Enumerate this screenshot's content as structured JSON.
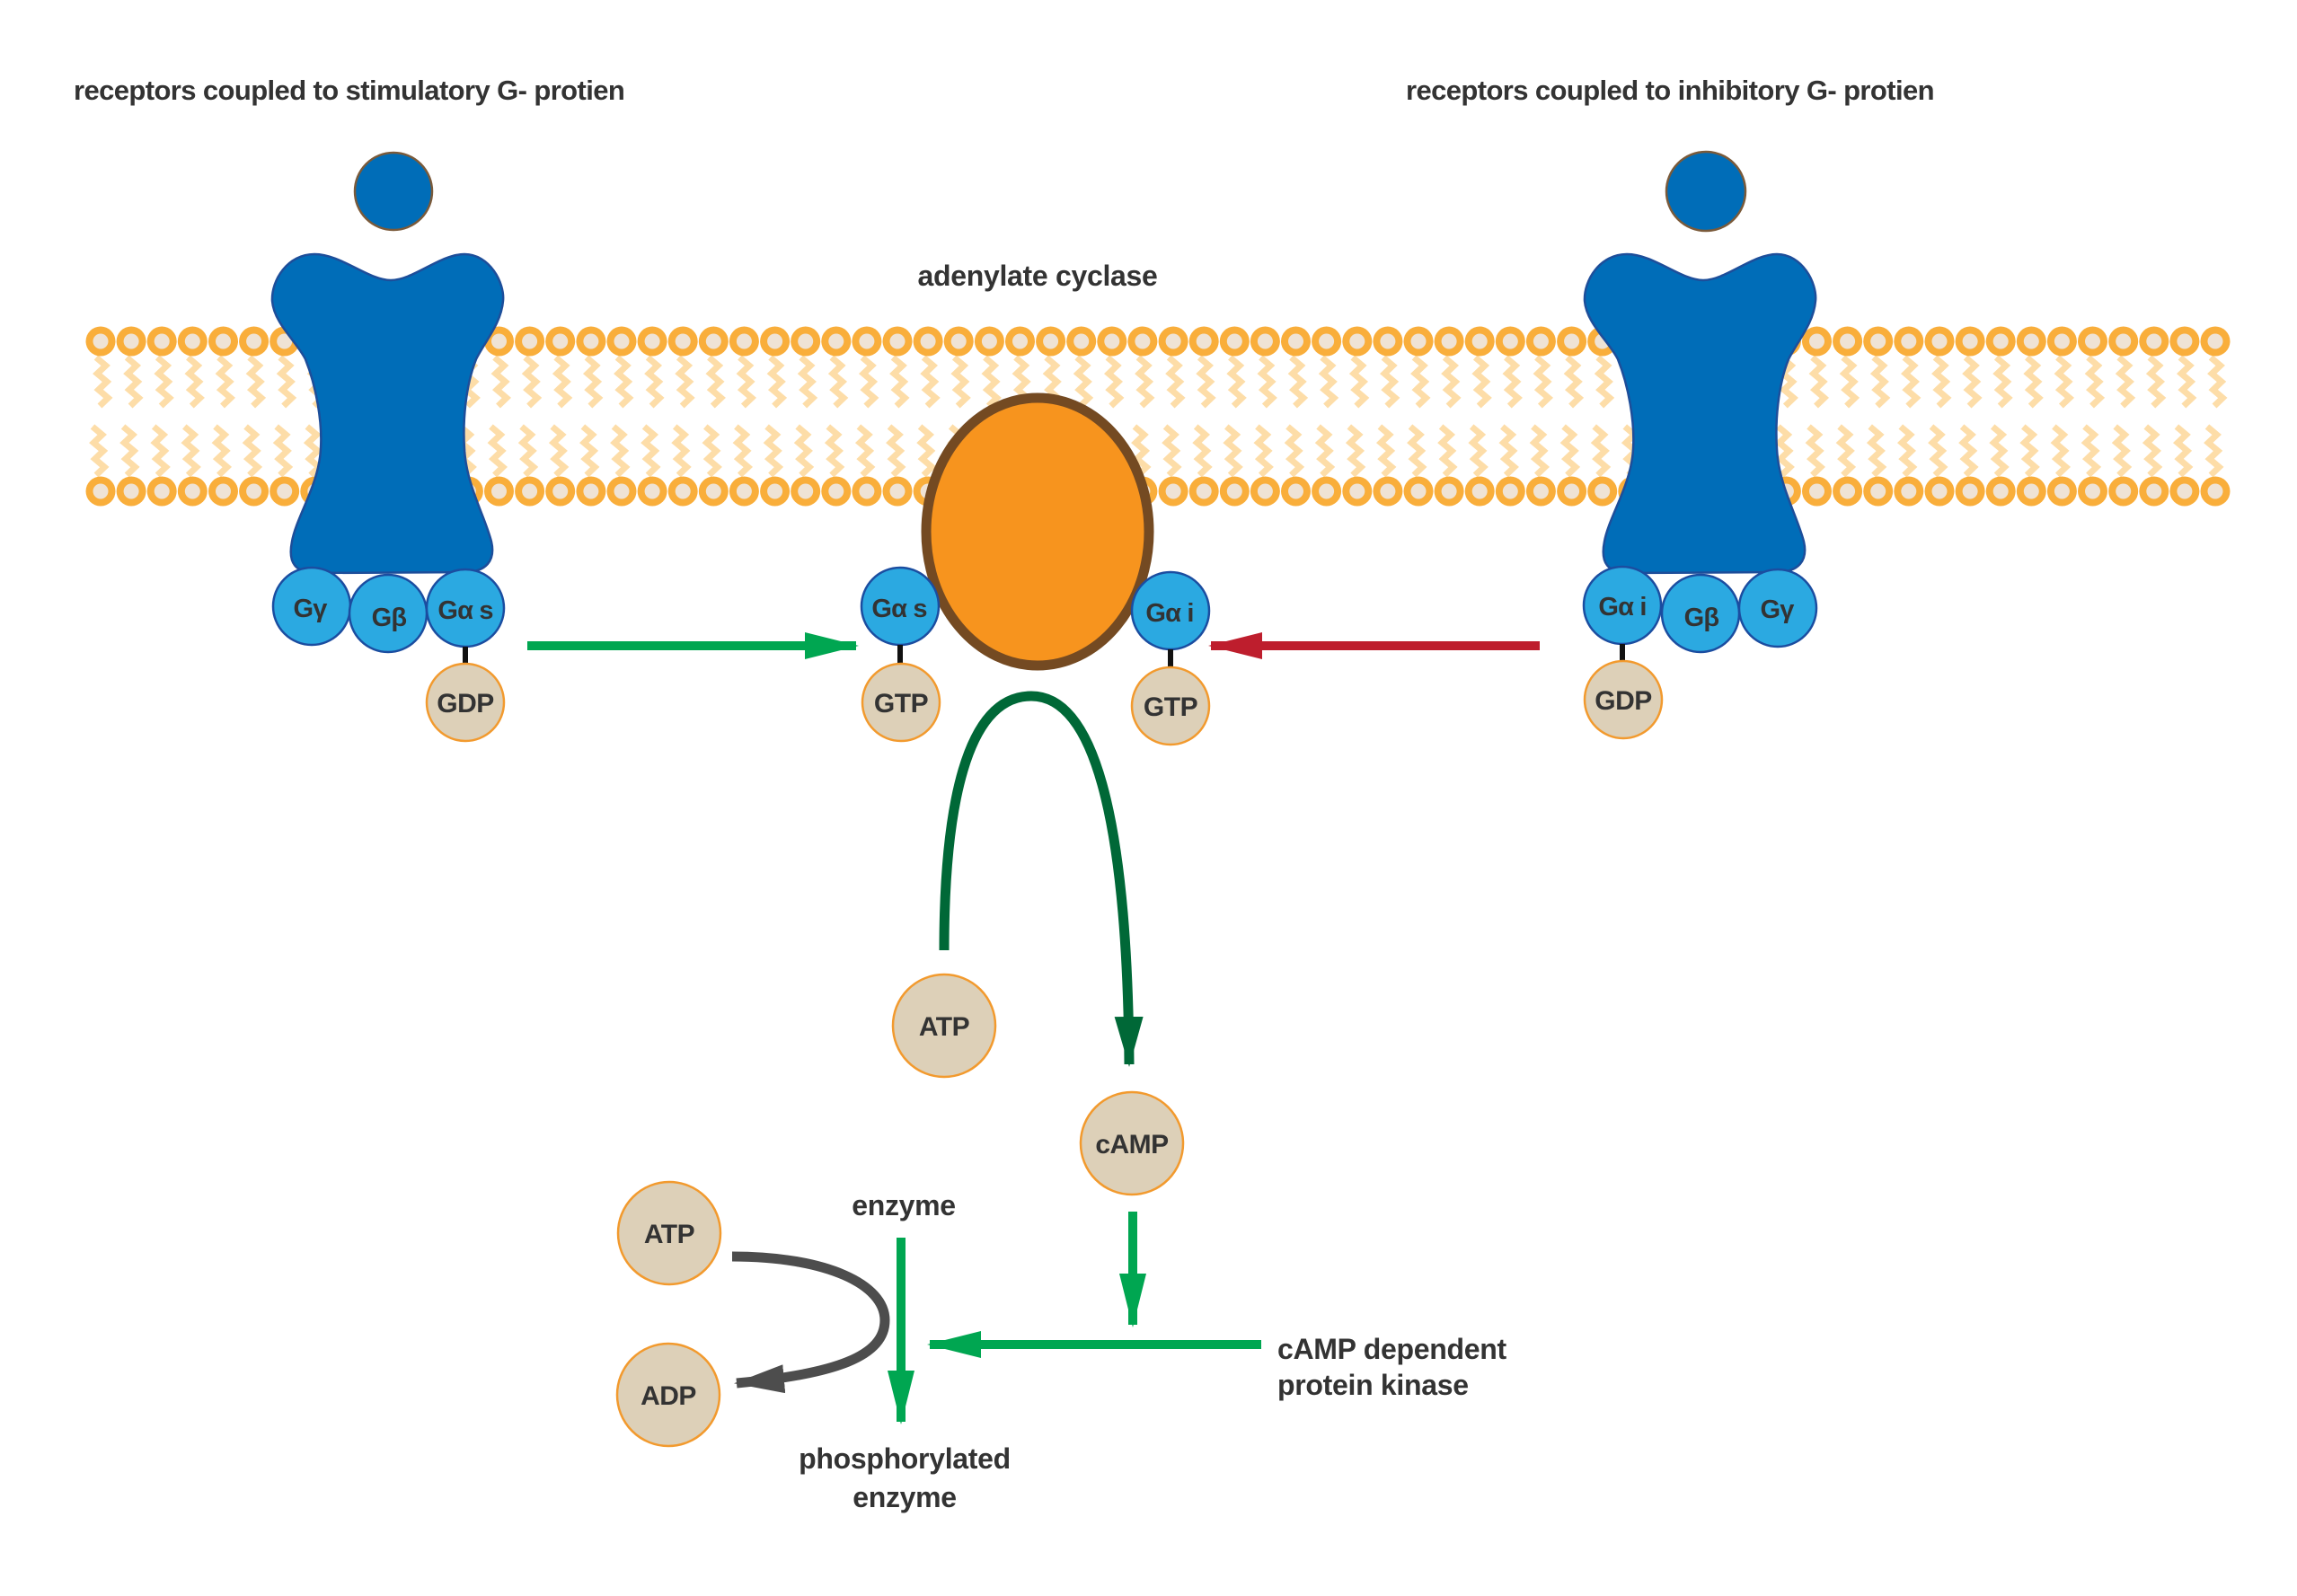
{
  "titles": {
    "stimulatory": "receptors coupled to stimulatory G- protien",
    "inhibitory": "receptors coupled to inhibitory G- protien",
    "cyclase": "adenylate cyclase"
  },
  "colors": {
    "membrane_head": "#F9AE3B",
    "membrane_head_core": "#EFE3D5",
    "membrane_tail": "#FDDDA8",
    "receptor": "#006DB8",
    "g_protein": "#2BA9E1",
    "nucleotide": "#DDD0B8",
    "nucleotide_border": "#F29A2E",
    "cyclase": "#F7941E",
    "cyclase_border": "#744A22",
    "activation_arrow": "#00A651",
    "inhibition_arrow": "#BE1E2D",
    "conversion_arrow": "#006837",
    "phosphorylation_arrow": "#4D4D4D",
    "text": "#333333"
  },
  "stimulatory_receptor": {
    "subunits": [
      "Gγ",
      "Gβ",
      "Gα s"
    ],
    "bound": "GDP"
  },
  "inhibitory_receptor": {
    "subunits": [
      "Gα i",
      "Gβ",
      "Gγ"
    ],
    "bound": "GDP"
  },
  "cyclase_complex": {
    "left_subunit": "Gα s",
    "left_bound": "GTP",
    "right_subunit": "Gα i",
    "right_bound": "GTP"
  },
  "molecules": {
    "atp_top": "ATP",
    "camp": "cAMP",
    "atp_bottom": "ATP",
    "adp": "ADP"
  },
  "labels": {
    "enzyme": "enzyme",
    "kinase_line1": "cAMP dependent",
    "kinase_line2": "protein kinase",
    "product_line1": "phosphorylated",
    "product_line2": "enzyme"
  }
}
